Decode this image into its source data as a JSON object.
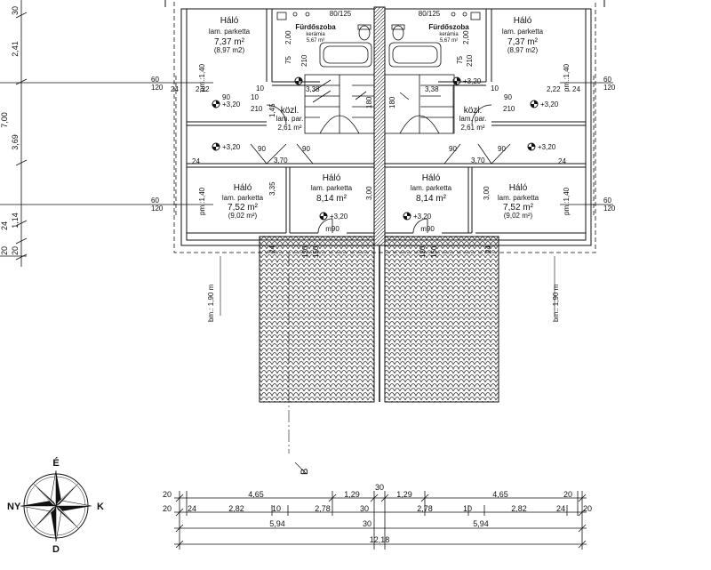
{
  "rooms": {
    "left_top": {
      "name": "Háló",
      "floor": "lam. parketta",
      "area": "7,37 m²",
      "area2": "(8,97 m2)"
    },
    "right_top": {
      "name": "Háló",
      "floor": "lam. parketta",
      "area": "7,37 m²",
      "area2": "(8,97 m2)"
    },
    "left_bath": {
      "name": "Fürdőszoba",
      "floor": "kerámia",
      "area": "5,67 m²"
    },
    "right_bath": {
      "name": "Fürdőszoba",
      "floor": "kerámia",
      "area": "5,67 m²"
    },
    "left_hall": {
      "name": "közl.",
      "floor": "lam. par.",
      "area": "2,61 m²"
    },
    "right_hall": {
      "name": "közl.",
      "floor": "lam. par.",
      "area": "2,61 m²"
    },
    "left_mid": {
      "name": "Háló",
      "floor": "lam. parketta",
      "area": "8,14 m²"
    },
    "right_mid": {
      "name": "Háló",
      "floor": "lam. parketta",
      "area": "8,14 m²"
    },
    "left_corner": {
      "name": "Háló",
      "floor": "lam. parketta",
      "area": "7,52 m²",
      "area2": "(9,02 m²)"
    },
    "right_corner": {
      "name": "Háló",
      "floor": "lam. parketta",
      "area": "7,52 m²",
      "area2": "(9,02 m²)"
    }
  },
  "windows": {
    "bath": "80/125",
    "door": "m90"
  },
  "levels": {
    "h1": "+3,20"
  },
  "side_labels": {
    "sixty": "60",
    "onetwenty": "120",
    "bm": "bm.: 1,90 m",
    "pm": "pm.:1,40"
  },
  "left_dims": [
    "30",
    "2,41",
    "7,00",
    "3,69",
    "1,14",
    "20",
    "24",
    "20"
  ],
  "inner_dims": {
    "d210": "210",
    "d75": "75",
    "d10": "10",
    "d200": "2,00",
    "d222": "2,22",
    "d338": "3,38",
    "d90": "90",
    "d150": "150",
    "d120": "120",
    "d300": "3,00",
    "d335": "3,35",
    "d370": "3,70",
    "d24": "24",
    "d145": "1,45",
    "d180": "180"
  },
  "bottom_dims": {
    "row1": [
      "20",
      "4,65",
      "1,29",
      "30",
      "1,29",
      "4,65",
      "20"
    ],
    "row2": [
      "20",
      "24",
      "2,82",
      "10",
      "2,78",
      "30",
      "2,78",
      "10",
      "2,82",
      "24",
      "20"
    ],
    "row3": [
      "5,94",
      "30",
      "5,94"
    ],
    "row4": [
      "12,18"
    ]
  },
  "compass": {
    "n": "É",
    "s": "D",
    "e": "K",
    "w": "NY"
  },
  "section_mark": "B",
  "colors": {
    "ink": "#111111",
    "hatch": "#555555"
  }
}
